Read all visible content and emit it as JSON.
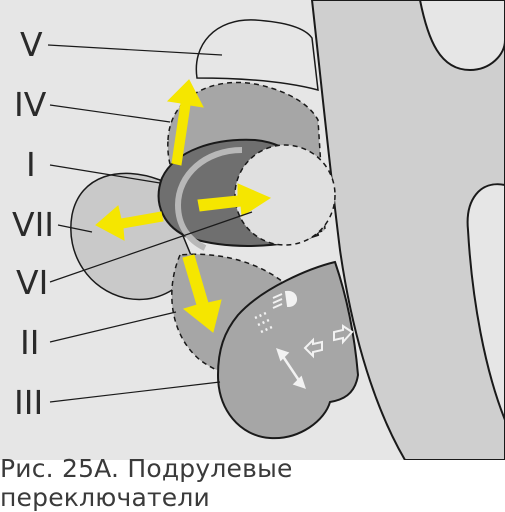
{
  "caption": "Рис. 25A. Подрулевые переключатели",
  "positions": {
    "V": "V",
    "IV": "IV",
    "I": "I",
    "VII": "VII",
    "VI": "VI",
    "II": "II",
    "III": "III"
  },
  "colors": {
    "background": "#e6e6e6",
    "steering_wheel": "#cfcfcf",
    "stalk": "#a6a6a6",
    "stalk_dark": "#6f6f6f",
    "arrow": "#f5e600",
    "outline": "#1a1a1a"
  },
  "icons": [
    "headlight-beam-icon",
    "turn-signal-arrows-icon",
    "up-down-arrow-icon"
  ]
}
